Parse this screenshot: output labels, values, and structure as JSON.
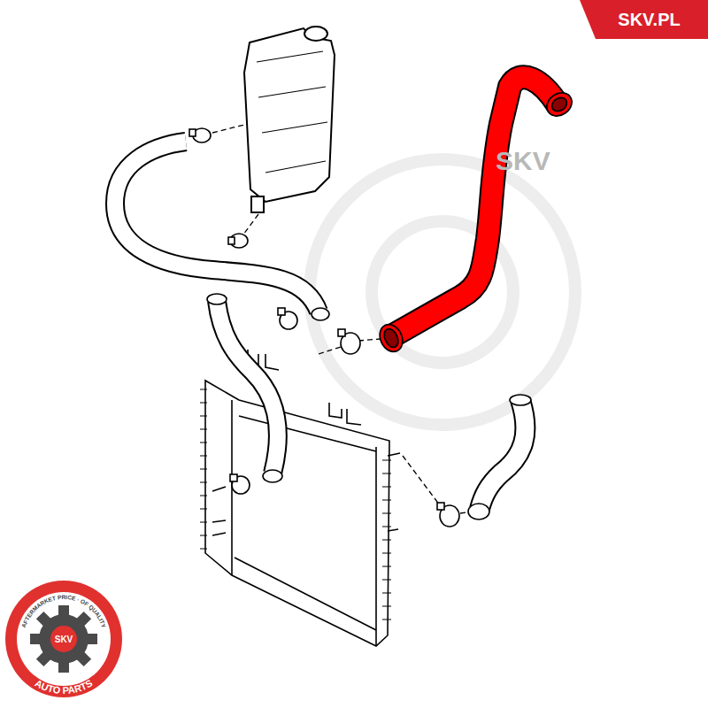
{
  "diagram": {
    "nodes": [
      {
        "text": [
          "SKV.PL"
        ]
      },
      {
        "text": [
          "AFTERMARKET PRICE · OF QUALITY",
          "SKV",
          "AUTO PARTS"
        ]
      }
    ],
    "labels": [
      "SKV"
    ]
  }
}
